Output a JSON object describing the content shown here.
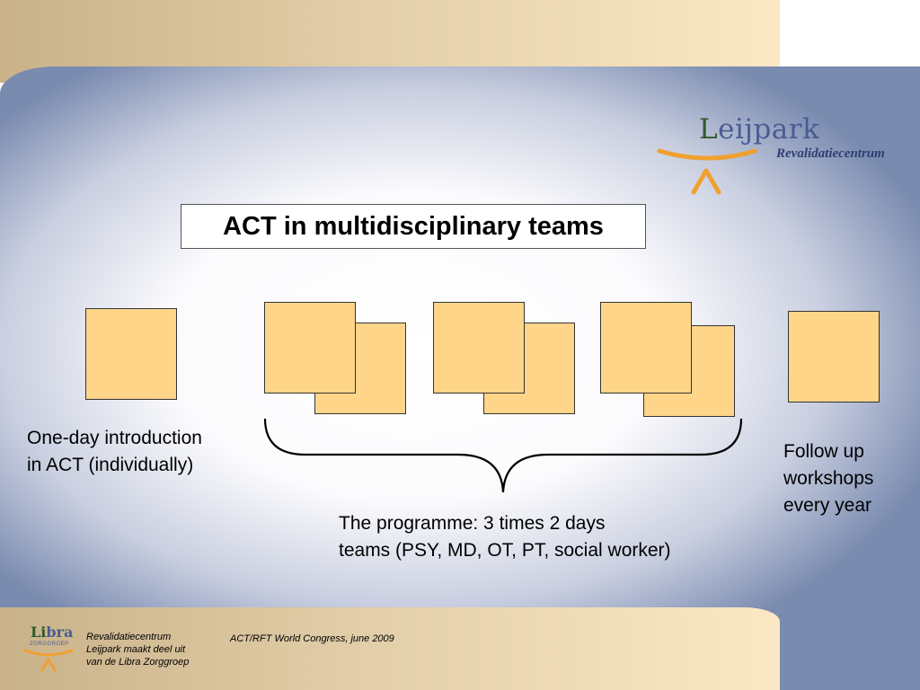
{
  "slide": {
    "title": "ACT in multidisciplinary teams",
    "intro_lines": [
      "One-day introduction",
      "in ACT (individually)"
    ],
    "programme_lines": [
      "The programme: 3 times 2 days",
      "teams (PSY, MD, OT, PT, social worker)"
    ],
    "followup_lines": [
      "Follow up",
      "workshops",
      "every year"
    ]
  },
  "logo": {
    "first_letter": "L",
    "rest": "eijpark",
    "subtitle": "Revalidatiecentrum"
  },
  "footer": {
    "libra_first": "Li",
    "libra_rest": "bra",
    "libra_sub": "ZORGGROEP",
    "left_lines": [
      "Revalidatiecentrum",
      "Leijpark maakt deel uit",
      "van de Libra Zorggroep"
    ],
    "center": "ACT/RFT World Congress, june 2009"
  },
  "colors": {
    "square_fill": "#ffd58a",
    "band": "#e6d3ad",
    "accent_orange": "#f0a030",
    "brand_blue": "#4b5c93"
  }
}
